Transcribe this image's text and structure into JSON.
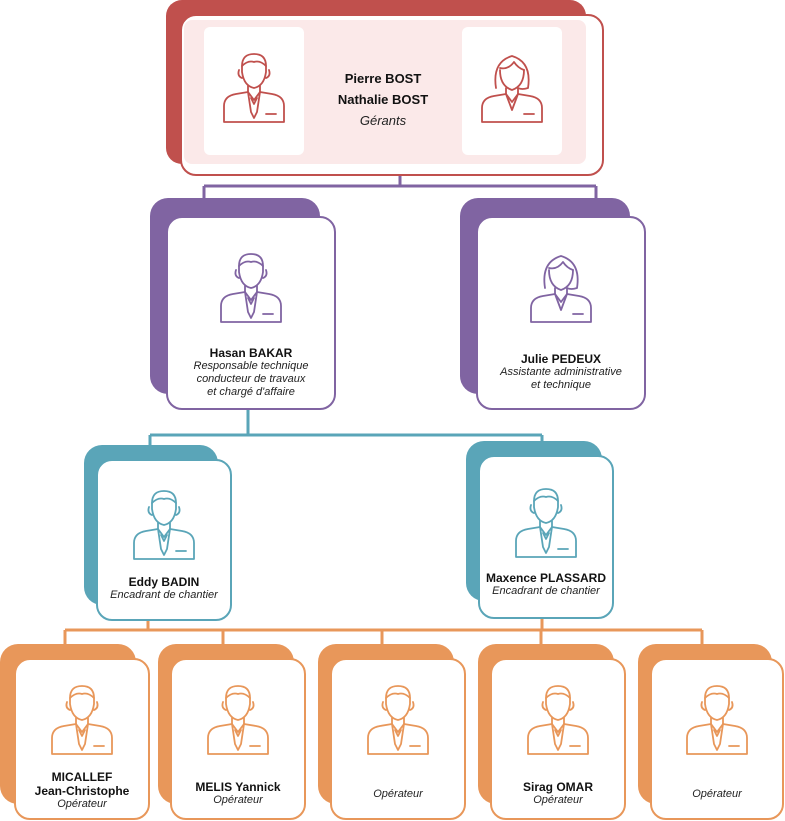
{
  "colors": {
    "red": "#c0504d",
    "red_light": "#fbe9e9",
    "purple": "#8064a2",
    "teal": "#5aa5b8",
    "orange": "#e8975a"
  },
  "top": {
    "name1": "Pierre BOST",
    "name2": "Nathalie BOST",
    "role": "Gérants",
    "icons": [
      "man-icon",
      "woman-icon"
    ]
  },
  "level2": [
    {
      "name": "Hasan BAKAR",
      "role_lines": [
        "Responsable technique",
        "conducteur de travaux",
        "et chargé d'affaire"
      ],
      "icon": "man-icon"
    },
    {
      "name": "Julie PEDEUX",
      "role_lines": [
        "Assistante administrative",
        "et technique"
      ],
      "icon": "woman-icon"
    }
  ],
  "level3": [
    {
      "name": "Eddy BADIN",
      "role": "Encadrant de chantier",
      "icon": "man-icon"
    },
    {
      "name": "Maxence PLASSARD",
      "role": "Encadrant de chantier",
      "icon": "man-icon"
    }
  ],
  "level4": [
    {
      "name_lines": [
        "MICALLEF",
        "Jean-Christophe"
      ],
      "role": "Opérateur",
      "icon": "man-icon"
    },
    {
      "name_lines": [
        "MELIS Yannick"
      ],
      "role": "Opérateur",
      "icon": "man-icon"
    },
    {
      "name_lines": [],
      "role": "Opérateur",
      "icon": "man-icon"
    },
    {
      "name_lines": [
        "Sirag OMAR"
      ],
      "role": "Opérateur",
      "icon": "man-icon"
    },
    {
      "name_lines": [],
      "role": "Opérateur",
      "icon": "man-icon"
    }
  ]
}
